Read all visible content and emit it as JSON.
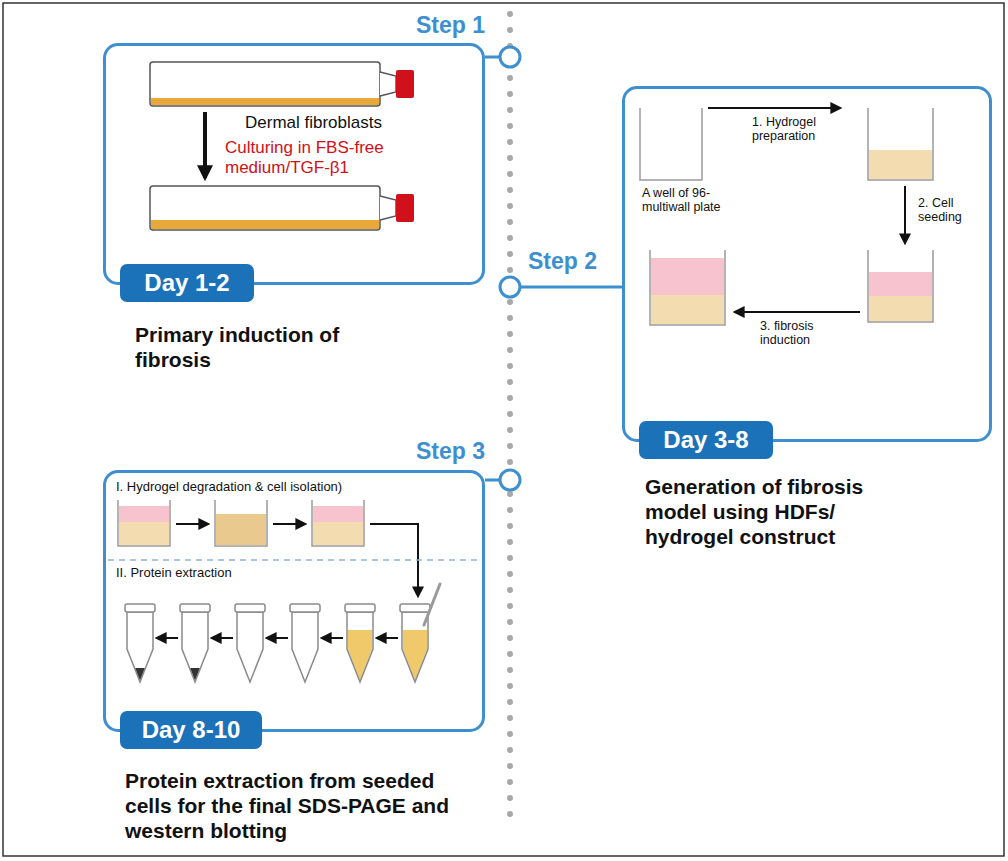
{
  "diagram": {
    "nodes": [
      {
        "text": [
          "Dermal fibroblasts",
          "Culturing in FBS-free medium/TGF-β1"
        ]
      },
      {
        "text": [
          "Day 1-2"
        ],
        "in": 0
      },
      {
        "text": [
          "A well of 96-multiwall plate",
          "1. Hydrogel preparation",
          "2. Cell seeding",
          "3. fibrosis induction"
        ]
      },
      {
        "text": [
          "Day 3-8"
        ],
        "in": 2
      },
      {
        "text": [
          "I. Hydrogel degradation & cell isolation)",
          "II. Protein extraction"
        ]
      },
      {
        "text": [
          "Day 8-10"
        ],
        "in": 4
      }
    ],
    "labels": [
      "Step 1",
      "Primary induction of fibrosis",
      "Step 2",
      "Generation of fibrosis model using HDFs/ hydrogel construct",
      "Step 3",
      "Protein extraction from seeded cells for the final SDS-PAGE and western blotting"
    ]
  }
}
